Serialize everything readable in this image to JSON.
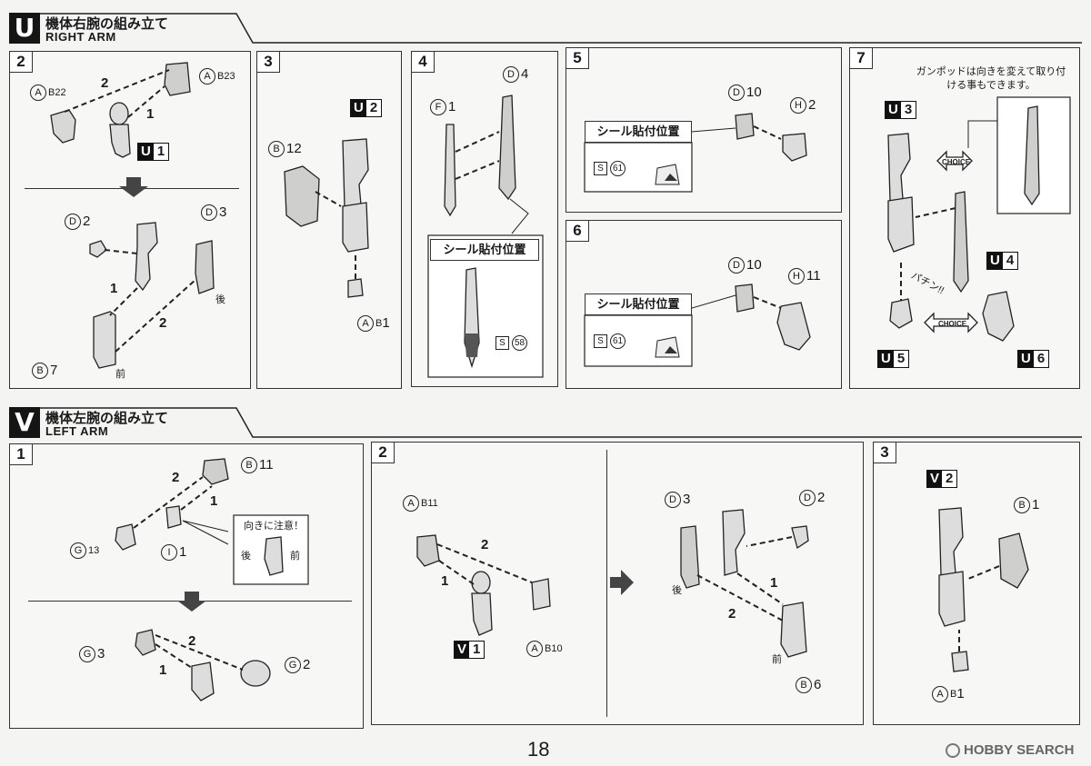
{
  "section_u": {
    "letter": "U",
    "title_jp": "機体右腕の組み立て",
    "title_en": "RIGHT ARM",
    "steps": {
      "s2": {
        "num": "2",
        "labels": {
          "a_b22": "B22",
          "a_b23": "B23",
          "d2": "2",
          "d3": "3",
          "b7": "7",
          "rear": "後",
          "front": "前"
        },
        "badge": {
          "letter": "U",
          "num": "1"
        }
      },
      "s3": {
        "num": "3",
        "b12": "12",
        "ab1": "1",
        "badge": {
          "letter": "U",
          "num": "2"
        }
      },
      "s4": {
        "num": "4",
        "f1": "1",
        "d4": "4",
        "seal_title": "シール貼付位置",
        "seal_code": "58"
      },
      "s5": {
        "num": "5",
        "d10": "10",
        "h2": "2",
        "seal_title": "シール貼付位置",
        "seal_code": "61"
      },
      "s6": {
        "num": "6",
        "d10": "10",
        "h11": "11",
        "seal_title": "シール貼付位置",
        "seal_code": "61"
      },
      "s7": {
        "num": "7",
        "note": "ガンポッドは向きを変えて取り付ける事もできます。",
        "choice": "CHOICE",
        "snap": "パチン!!",
        "badge_u3": {
          "letter": "U",
          "num": "3"
        },
        "badge_u4": {
          "letter": "U",
          "num": "4"
        },
        "badge_u5": {
          "letter": "U",
          "num": "5"
        },
        "badge_u6": {
          "letter": "U",
          "num": "6"
        }
      }
    }
  },
  "section_v": {
    "letter": "V",
    "title_jp": "機体左腕の組み立て",
    "title_en": "LEFT ARM",
    "steps": {
      "s1": {
        "num": "1",
        "b11": "11",
        "g13": "13",
        "i1": "1",
        "g3": "3",
        "g2": "2",
        "caution": "向きに注意！",
        "rear": "後",
        "front": "前"
      },
      "s2": {
        "num": "2",
        "ab11": "B11",
        "ab10": "B10",
        "d3": "3",
        "d2": "2",
        "b6": "6",
        "rear": "後",
        "front": "前",
        "badge": {
          "letter": "V",
          "num": "1"
        }
      },
      "s3": {
        "num": "3",
        "b1": "1",
        "ab1": "1",
        "badge": {
          "letter": "V",
          "num": "2"
        }
      }
    }
  },
  "circle_letters": {
    "a": "A",
    "b": "B",
    "d": "D",
    "f": "F",
    "g": "G",
    "h": "H",
    "i": "I",
    "s": "S",
    "sub_b": "B"
  },
  "order": {
    "one": "1",
    "two": "2"
  },
  "page_number": "18",
  "watermark": "HOBBY SEARCH"
}
